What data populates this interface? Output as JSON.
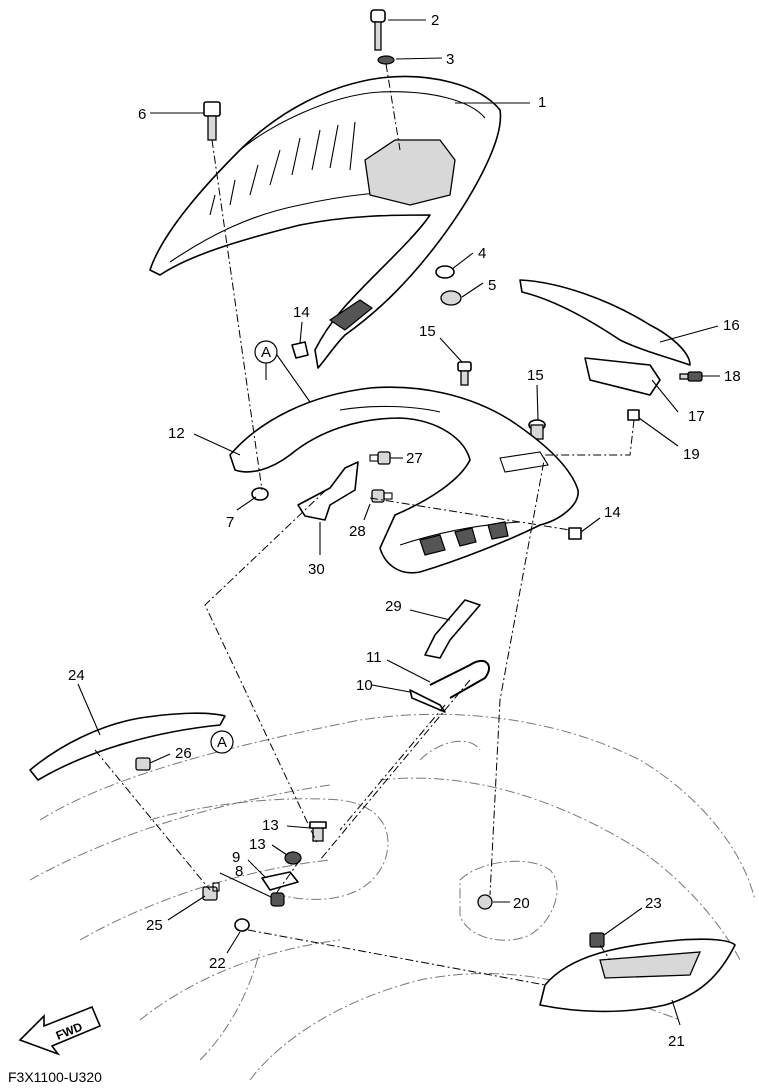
{
  "figure_code": "F3X1100-U320",
  "fwd_label": "FWD",
  "ref_marker": "A",
  "callouts": [
    "1",
    "2",
    "3",
    "4",
    "5",
    "6",
    "7",
    "8",
    "9",
    "10",
    "11",
    "12",
    "13",
    "13",
    "14",
    "14",
    "15",
    "15",
    "16",
    "17",
    "18",
    "19",
    "20",
    "21",
    "22",
    "23",
    "24",
    "25",
    "26",
    "27",
    "28",
    "29",
    "30"
  ]
}
